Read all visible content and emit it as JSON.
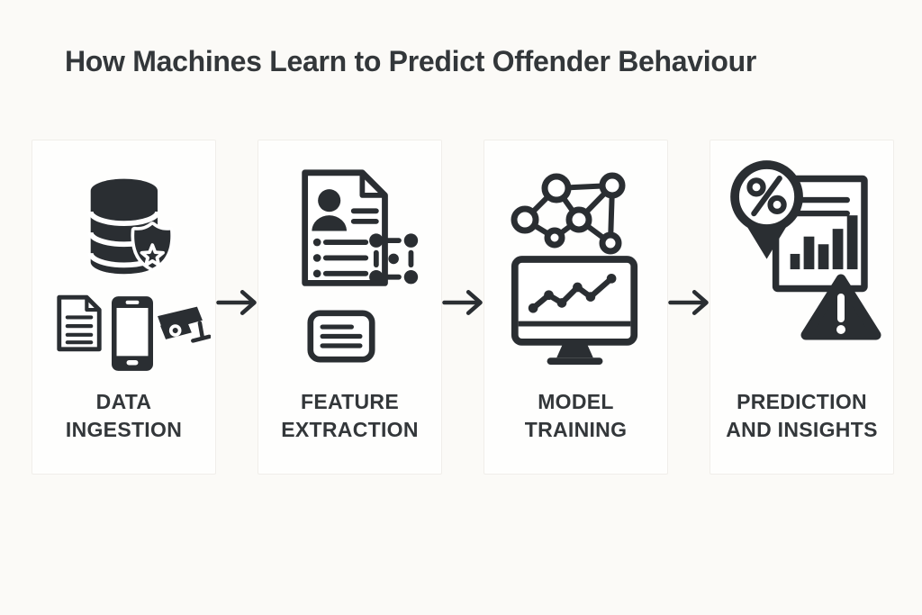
{
  "title": "How Machines Learn to Predict Offender Behaviour",
  "colors": {
    "background": "#fbfaf7",
    "panel": "#fefefd",
    "panel_border": "#f0eeea",
    "ink": "#2a2e32",
    "text": "#33373a"
  },
  "pipeline": {
    "stages": [
      {
        "id": "data-ingestion",
        "label_line1": "DATA",
        "label_line2": "INGESTION",
        "icons": [
          "database-icon",
          "police-badge-icon",
          "document-icon",
          "smartphone-icon",
          "cctv-camera-icon"
        ]
      },
      {
        "id": "feature-extraction",
        "label_line1": "FEATURE",
        "label_line2": "EXTRACTION",
        "icons": [
          "profile-document-icon",
          "feature-grid-icon",
          "notes-icon"
        ]
      },
      {
        "id": "model-training",
        "label_line1": "MODEL",
        "label_line2": "TRAINING",
        "icons": [
          "network-graph-icon",
          "monitor-line-chart-icon"
        ]
      },
      {
        "id": "prediction-insights",
        "label_line1": "PREDICTION",
        "label_line2": "AND INSIGHTS",
        "icons": [
          "percent-pin-icon",
          "report-bar-chart-icon",
          "warning-triangle-icon"
        ]
      }
    ],
    "connector": "right-arrow-icon"
  }
}
